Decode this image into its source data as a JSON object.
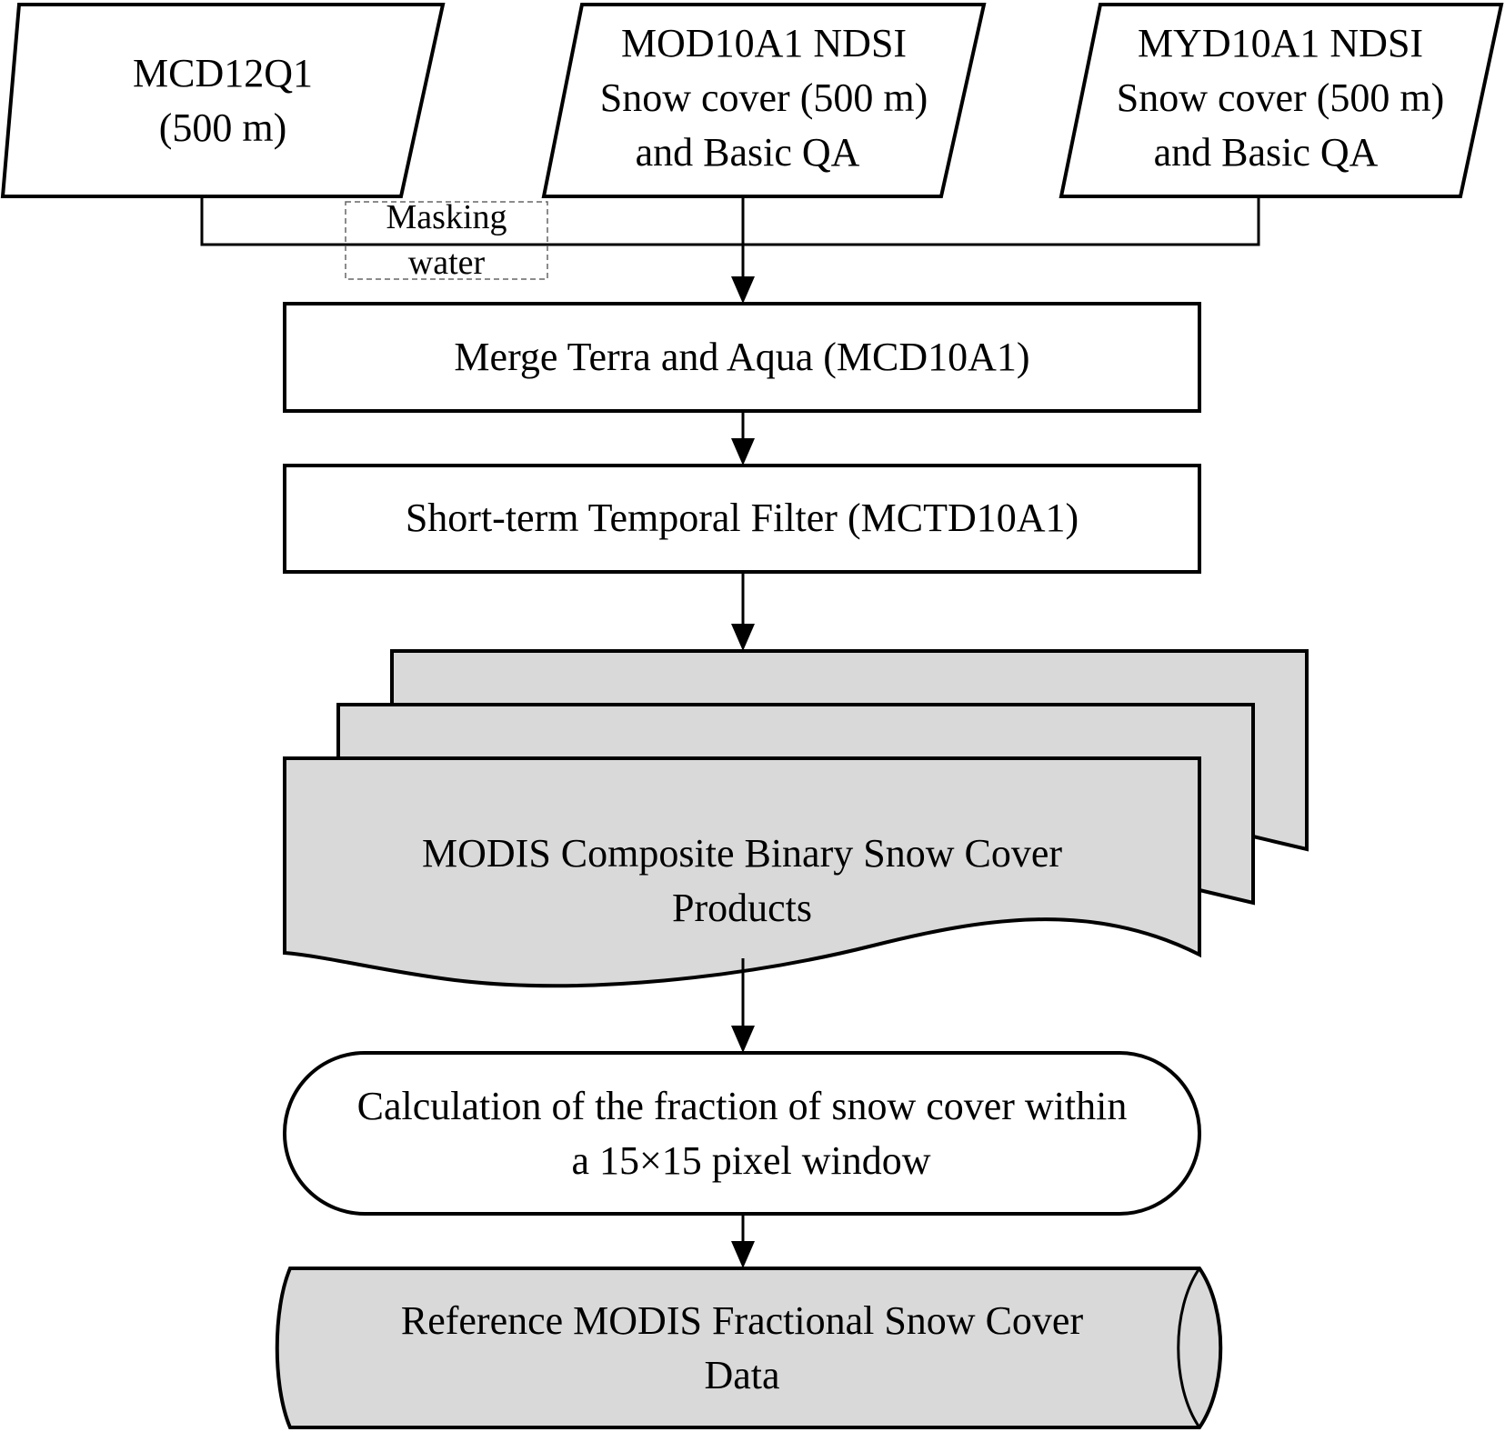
{
  "diagram": {
    "colors": {
      "stroke": "#000000",
      "fill_light": "#ffffff",
      "fill_gray": "#d9d9d9",
      "dashed": "#666666"
    },
    "inputs": [
      {
        "id": "mcd12q1",
        "lines": [
          "MCD12Q1",
          "(500 m)"
        ]
      },
      {
        "id": "mod10a1",
        "lines": [
          "MOD10A1 NDSI",
          "Snow cover (500 m)",
          "and Basic QA"
        ]
      },
      {
        "id": "myd10a1",
        "lines": [
          "MYD10A1 NDSI",
          "Snow cover (500 m)",
          "and Basic QA"
        ]
      }
    ],
    "masking_note": {
      "lines": [
        "Masking",
        "water"
      ]
    },
    "steps": {
      "merge": {
        "lines": [
          "Merge Terra and Aqua (MCD10A1)"
        ]
      },
      "filter": {
        "lines": [
          "Short-term Temporal Filter (MCTD10A1)"
        ]
      },
      "composite": {
        "lines": [
          "MODIS  Composite Binary Snow Cover",
          "Products"
        ]
      },
      "calculation": {
        "lines": [
          "Calculation of the fraction of snow cover within",
          "a 15×15 pixel window"
        ]
      },
      "reference": {
        "lines": [
          "Reference MODIS Fractional Snow Cover",
          "Data"
        ]
      }
    }
  }
}
